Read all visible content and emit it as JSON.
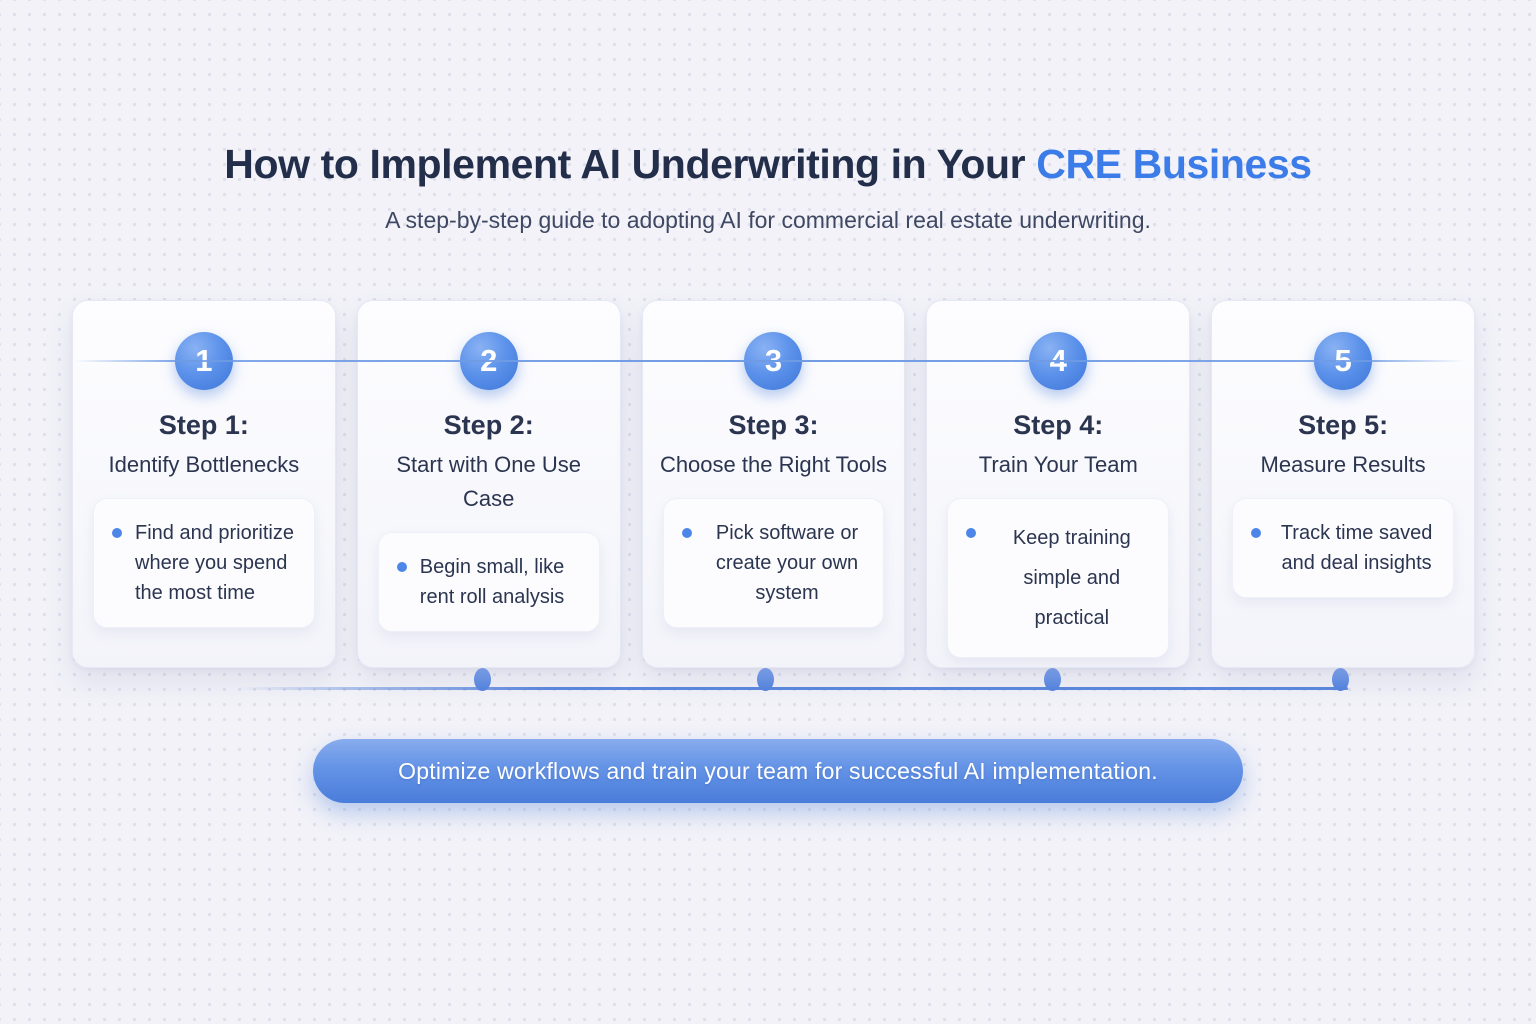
{
  "header": {
    "title_main": "How to Implement AI Underwriting in Your",
    "title_accent": "CRE Business",
    "subtitle": "A step-by-step guide to adopting AI for commercial real estate underwriting."
  },
  "steps": [
    {
      "number": "1",
      "step_label": "Step 1:",
      "title": "Identify Bottlenecks",
      "bullet": "Find and prioritize where you spend the most time"
    },
    {
      "number": "2",
      "step_label": "Step 2:",
      "title": "Start with One Use Case",
      "bullet": "Begin small, like rent roll analysis"
    },
    {
      "number": "3",
      "step_label": "Step 3:",
      "title": "Choose the Right Tools",
      "bullet": "Pick software or create your own system"
    },
    {
      "number": "4",
      "step_label": "Step 4:",
      "title": "Train Your Team",
      "bullet": "Keep training simple and practical"
    },
    {
      "number": "5",
      "step_label": "Step 5:",
      "title": "Measure Results",
      "bullet": "Track time saved and deal insights"
    }
  ],
  "banner": {
    "text": "Optimize workflows and train your team for successful AI implementation."
  },
  "colors": {
    "accent_blue": "#3b7ce8",
    "navy_text": "#2b3550",
    "connector_blue": "#6f9be4",
    "banner_blue_top": "#88acee",
    "banner_blue_bottom": "#4a7dda",
    "background": "#f2f2f8"
  }
}
